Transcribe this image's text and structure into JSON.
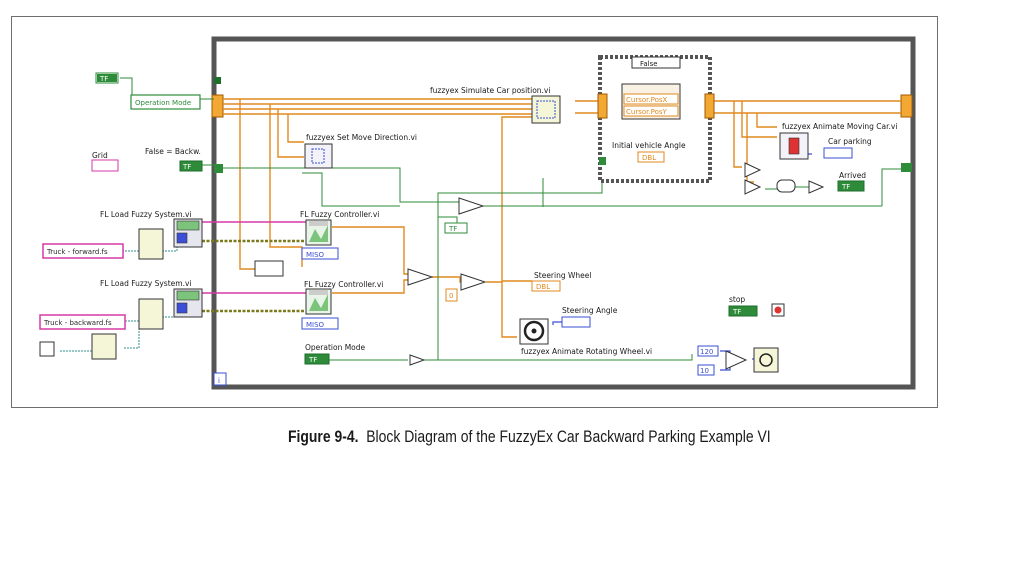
{
  "labels": {
    "operation_mode_ctl": "Operation Mode",
    "false_backw": "False = Backw.",
    "grid": "Grid",
    "load_fuzzy_1": "FL Load Fuzzy System.vi",
    "load_fuzzy_2": "FL Load Fuzzy System.vi",
    "truck_forward": "Truck - forward.fs",
    "truck_backward": "Truck - backward.fs",
    "set_move_direction": "fuzzyex Set Move Direction.vi",
    "fuzzy_controller_1": "FL Fuzzy Controller.vi",
    "fuzzy_controller_2": "FL Fuzzy Controller.vi",
    "miso_1": "MISO",
    "miso_2": "MISO",
    "simulate_car": "fuzzyex Simulate Car position.vi",
    "case_false": "False",
    "cursor_posx": "Cursor.PosX",
    "cursor_posy": "Cursor.PosY",
    "initial_angle": "Initial vehicle Angle",
    "animate_moving_car": "fuzzyex Animate Moving Car.vi",
    "car_parking": "Car parking",
    "arrived": "Arrived",
    "steering_wheel": "Steering Wheel",
    "steering_angle": "Steering Angle",
    "animate_rotating_wheel": "fuzzyex Animate Rotating Wheel.vi",
    "stop": "stop",
    "operation_mode_lower": "Operation Mode",
    "const_120": "120",
    "const_10": "10",
    "const_0": "0",
    "info_i": "i",
    "tf": "TF",
    "dbl": "DBL",
    "num_0": "0"
  },
  "caption": {
    "number": "Figure 9-4.",
    "text": "Block Diagram of the FuzzyEx Car Backward Parking Example VI"
  },
  "colors": {
    "wire_orange": "#e08a1e",
    "wire_green": "#2e8b3a",
    "wire_pink": "#d63aa6",
    "wire_blue": "#3a4fd6",
    "wire_teal": "#2f8f8f",
    "loop_border": "#555555"
  }
}
